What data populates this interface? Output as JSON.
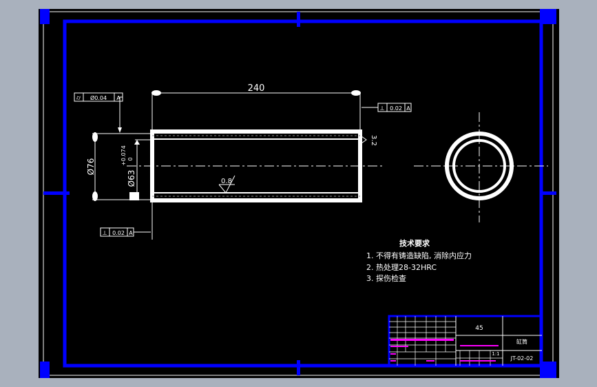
{
  "drawing": {
    "dimensions": {
      "length": "240",
      "outer_diameter": "Ø76",
      "inner_diameter": "Ø63",
      "inner_tol_upper": "+0.074",
      "inner_tol_lower": "0",
      "roughness_bore": "0.8",
      "roughness_end": "3.2"
    },
    "tolerances": {
      "cylindricity": {
        "symbol": "⌭",
        "value": "Ø0.04",
        "datum": "A"
      },
      "perpendicular_top": {
        "symbol": "⟂",
        "value": "0.02",
        "datum": "A"
      },
      "perpendicular_bottom": {
        "symbol": "⟂",
        "value": "0.02",
        "datum": "A"
      }
    },
    "datum_label": "A"
  },
  "technical_requirements": {
    "title": "技术要求",
    "items": [
      "1. 不得有铸造缺陷, 消除内应力",
      "2. 热处理28-32HRC",
      "3. 探伤检查"
    ]
  },
  "title_block": {
    "material": "45",
    "part_name": "缸筒",
    "drawing_number": "JT-02-02",
    "scale": "1:1"
  },
  "colors": {
    "frame": "#0000ff",
    "lines": "#ffffff",
    "annotation": "#ffffff",
    "title_block_text": "#ff00ff",
    "background": "#000000"
  }
}
